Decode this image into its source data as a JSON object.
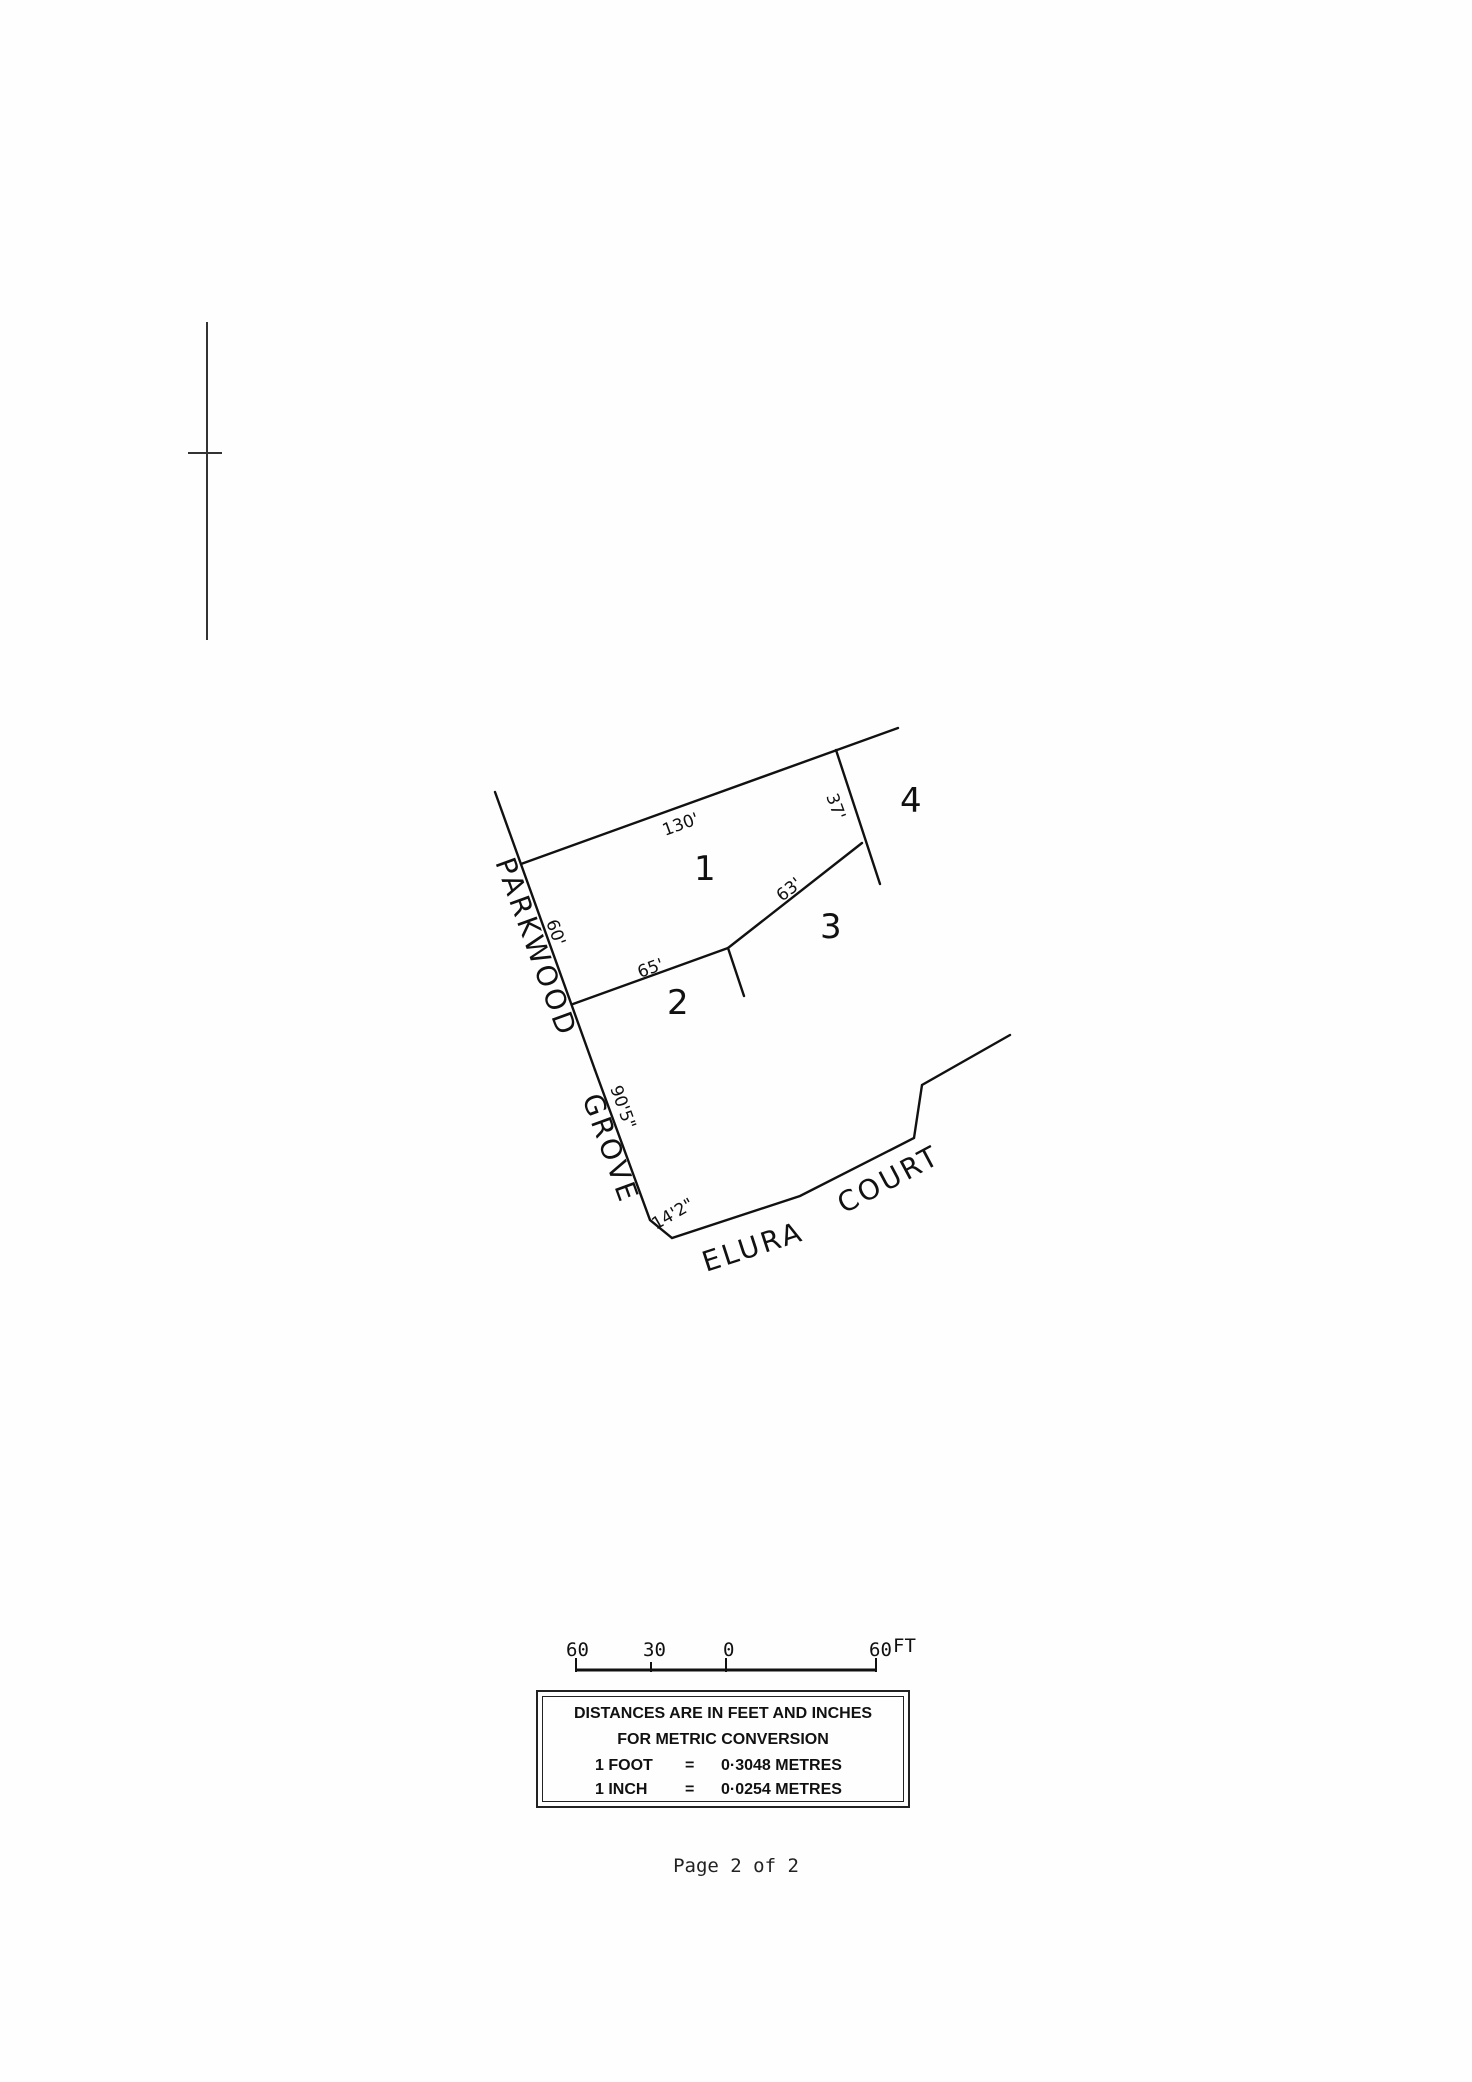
{
  "plan": {
    "lots": [
      "1",
      "2",
      "3",
      "4"
    ],
    "dimensions": {
      "parkwood_frontage": "60'",
      "lot1_north": "130'",
      "lot1_east": "37'",
      "lot1_lot2_boundary": "65'",
      "lot1_lot3_boundary": "63'",
      "grove_segment": "90'5\"",
      "corner_chord": "14'2\""
    },
    "roads": {
      "parkwood": "PARKWOOD",
      "grove": "GROVE",
      "elura": "ELURA",
      "court": "COURT"
    }
  },
  "scale_bar": {
    "labels": [
      "60",
      "30",
      "0",
      "60"
    ],
    "unit": "FT"
  },
  "legend": {
    "line1": "DISTANCES ARE IN FEET AND INCHES",
    "line2": "FOR METRIC CONVERSION",
    "rows": [
      {
        "qty": "1  FOOT",
        "eq": "=",
        "val": "0·3048 METRES"
      },
      {
        "qty": "1  INCH",
        "eq": "=",
        "val": "0·0254 METRES"
      }
    ]
  },
  "footer": {
    "page_label": "Page 2 of 2"
  }
}
